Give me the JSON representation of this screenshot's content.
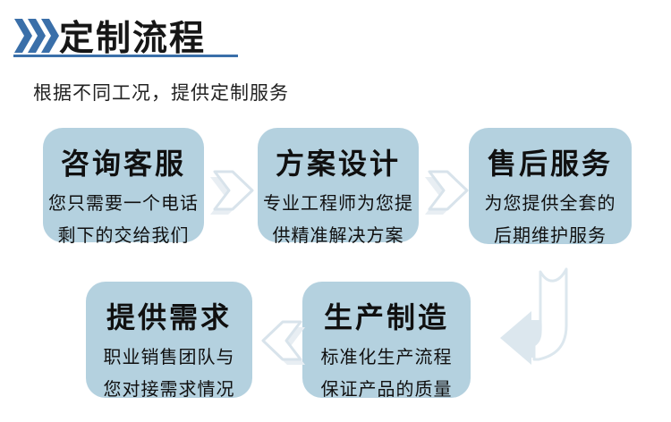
{
  "header": {
    "title": "定制流程",
    "subtitle": "根据不同工况，提供定制服务",
    "chevron_icon": "triple-chevron-right",
    "accent_color": "#3a6fa9"
  },
  "flow": {
    "box_fill_color": "#b4d1df",
    "arrow_color": "#dde7ee",
    "boxes": [
      {
        "id": "consult",
        "title": "咨询客服",
        "desc_line1": "您只需要一个电话",
        "desc_line2": "剩下的交给我们"
      },
      {
        "id": "design",
        "title": "方案设计",
        "desc_line1": "专业工程师为您提",
        "desc_line2": "供精准解决方案"
      },
      {
        "id": "aftersales",
        "title": "售后服务",
        "desc_line1": "为您提供全套的",
        "desc_line2": "后期维护服务"
      },
      {
        "id": "requirements",
        "title": "提供需求",
        "desc_line1": "职业销售团队与",
        "desc_line2": "您对接需求情况"
      },
      {
        "id": "production",
        "title": "生产制造",
        "desc_line1": "标准化生产流程",
        "desc_line2": "保证产品的质量"
      }
    ],
    "arrows": [
      {
        "from": "咨询客服",
        "to": "方案设计",
        "direction": "right"
      },
      {
        "from": "方案设计",
        "to": "售后服务",
        "direction": "right"
      },
      {
        "from": "售后服务",
        "to": "生产制造",
        "direction": "down-then-left"
      },
      {
        "from": "生产制造",
        "to": "提供需求",
        "direction": "left"
      }
    ]
  }
}
